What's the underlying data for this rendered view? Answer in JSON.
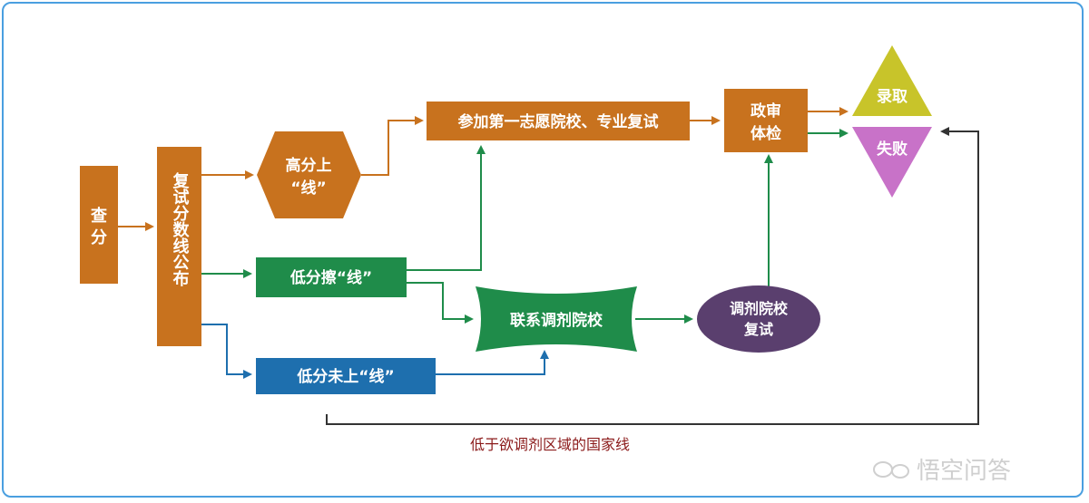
{
  "colors": {
    "orange": "#c8721e",
    "green": "#1f8c4a",
    "blue": "#1e6fae",
    "purple": "#5a3f6e",
    "yellow": "#c8c42a",
    "pink": "#c872c8",
    "frame": "#4a9fe0",
    "red_text": "#8b1a1a"
  },
  "nodes": {
    "check_score": "查分",
    "retest_line": "复试分数线公布",
    "high_score_line1": "高分上",
    "high_score_line2": "“线”",
    "low_scrape": "低分擦“线”",
    "low_miss": "低分未上“线”",
    "first_choice": "参加第一志愿院校、专业复试",
    "contact_adjust": "联系调剂院校",
    "adjust_retest_line1": "调剂院校",
    "adjust_retest_line2": "复试",
    "political_line1": "政审",
    "political_line2": "体检",
    "admitted": "录取",
    "failed": "失败"
  },
  "feedback_label": "低于欲调剂区域的国家线",
  "watermark": "悟空问答"
}
